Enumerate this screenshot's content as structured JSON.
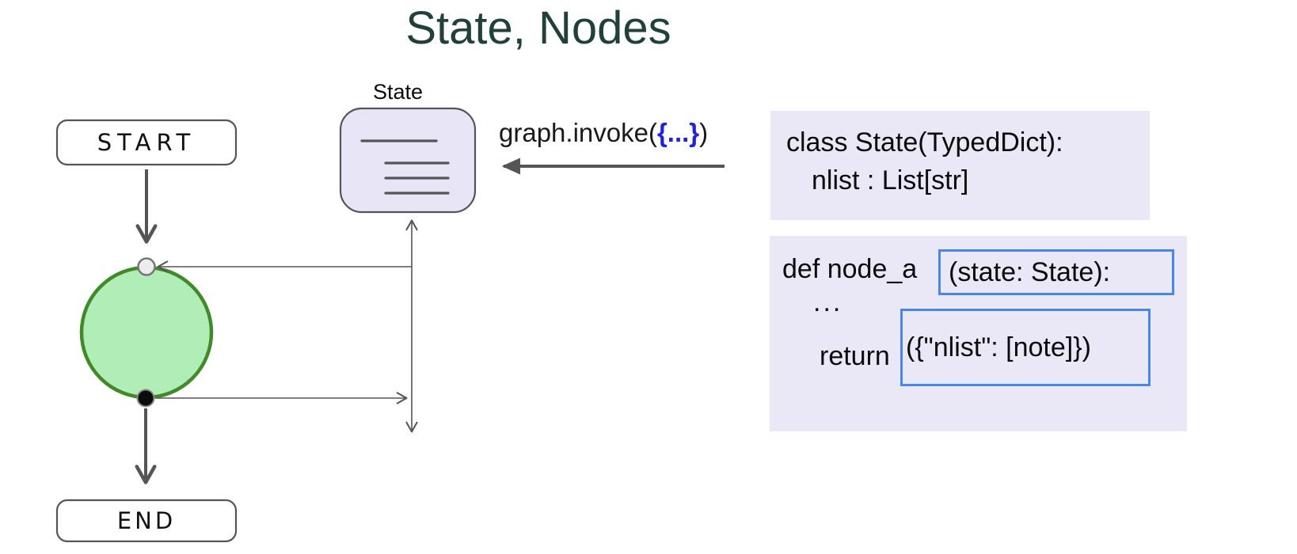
{
  "title": "State, Nodes",
  "diagram": {
    "start_label": "START",
    "end_label": "END",
    "state_box_label": "State",
    "node_shape": "green-circle",
    "ports": [
      "entry-port-top",
      "exit-port-bottom"
    ]
  },
  "invoke_label": {
    "prefix": "graph.invoke(",
    "braces": "{...}",
    "suffix": ")"
  },
  "code_blocks": {
    "state_class": {
      "line1": "class State(TypedDict):",
      "line2": "nlist : List[str]"
    },
    "node_function": {
      "def_prefix": "def node_a",
      "signature_boxed": "(state: State):",
      "ellipsis": "...",
      "return_keyword": "return",
      "return_boxed": "({\"nlist\": [note]})"
    }
  },
  "colors": {
    "title_text": "#21403a",
    "code_block_bg": "#eae7f7",
    "state_box_fill": "#e8e5f7",
    "invoke_braces_blue": "#2222dd",
    "callout_border_blue": "#4a86e8",
    "node_fill": "#b1edb6",
    "node_border": "#418a2a",
    "line_gray": "#555555"
  }
}
